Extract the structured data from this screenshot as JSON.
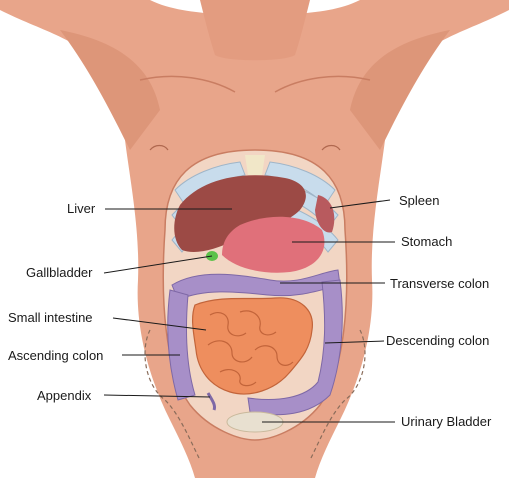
{
  "labels": {
    "liver": "Liver",
    "gallbladder": "Gallbladder",
    "small_intestine": "Small intestine",
    "ascending_colon": "Ascending colon",
    "appendix": "Appendix",
    "spleen": "Spleen",
    "stomach": "Stomach",
    "transverse_colon": "Transverse colon",
    "descending_colon": "Descending colon",
    "urinary_bladder": "Urinary Bladder"
  },
  "colors": {
    "skin": "#e8a58a",
    "skin_shadow": "#c97d62",
    "cavity": "#f2d6c4",
    "ribs": "#c8dcec",
    "liver": "#9c4a45",
    "gallbladder": "#5cc24a",
    "stomach": "#e0707a",
    "spleen": "#b85a5e",
    "colon": "#a78fc8",
    "colon_dark": "#7e68a6",
    "small_intestine": "#ee8e5e",
    "small_intestine_dark": "#c2643a",
    "bladder": "#e8e0d0",
    "leader": "#1a1a1a"
  }
}
